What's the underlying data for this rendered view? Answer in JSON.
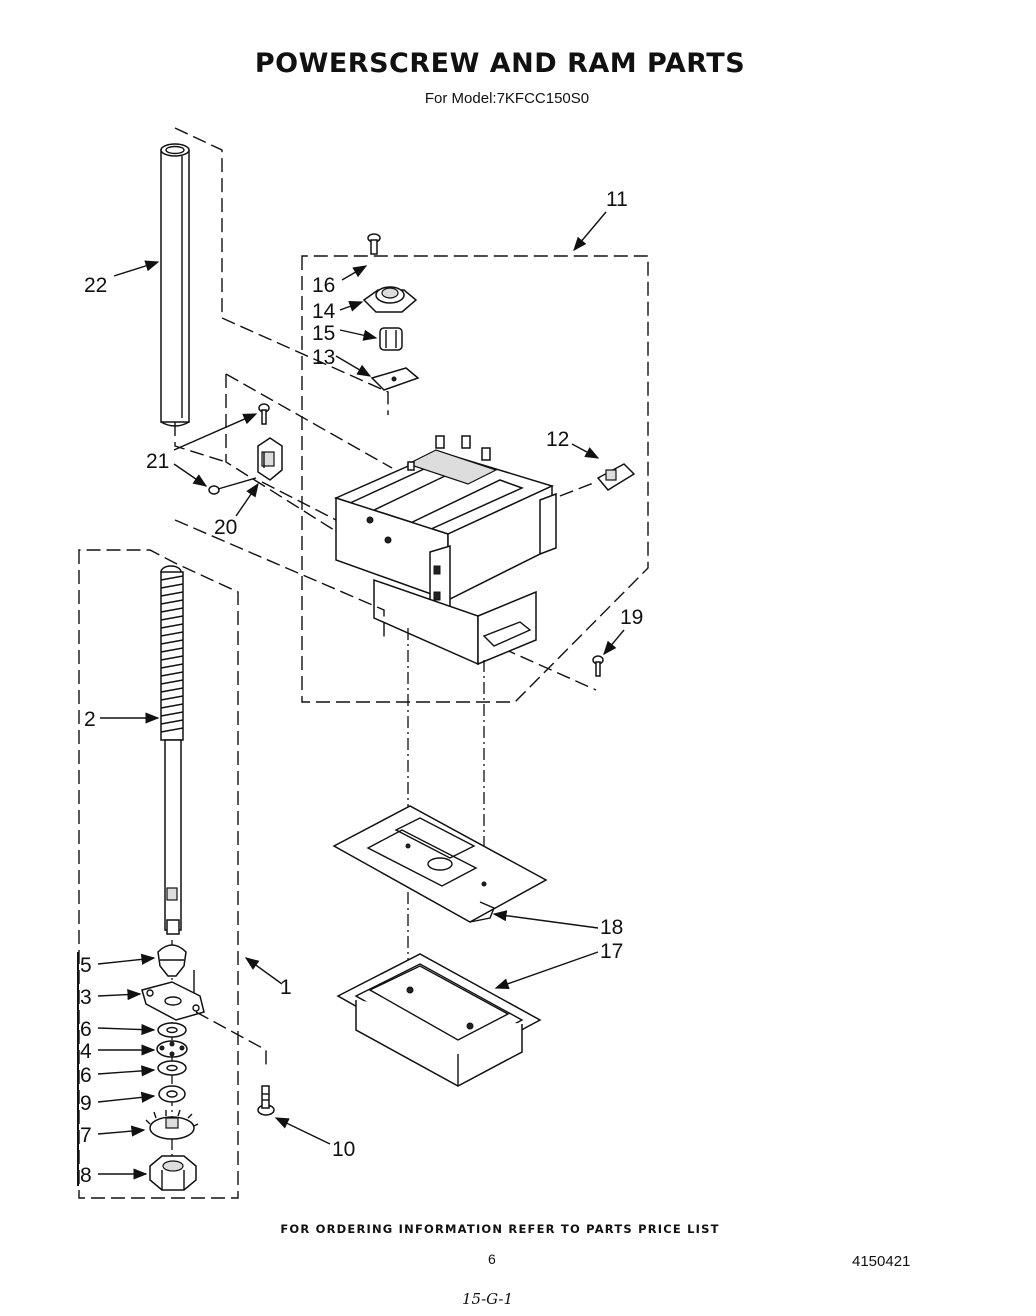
{
  "header": {
    "title": "POWERSCREW AND RAM PARTS",
    "subtitle": "For Model:7KFCC150S0"
  },
  "callouts": {
    "c1": "1",
    "c2": "2",
    "c3": "3",
    "c4": "4",
    "c5": "5",
    "c6a": "6",
    "c6b": "6",
    "c7": "7",
    "c8": "8",
    "c9": "9",
    "c10": "10",
    "c11": "11",
    "c12": "12",
    "c13": "13",
    "c14": "14",
    "c15": "15",
    "c16": "16",
    "c17": "17",
    "c18": "18",
    "c19": "19",
    "c20": "20",
    "c21": "21",
    "c22": "22"
  },
  "footer": {
    "ordering_note": "FOR ORDERING INFORMATION REFER TO PARTS PRICE LIST",
    "page_number": "6",
    "document_number": "4150421",
    "handwritten_note": "15-G-1"
  }
}
